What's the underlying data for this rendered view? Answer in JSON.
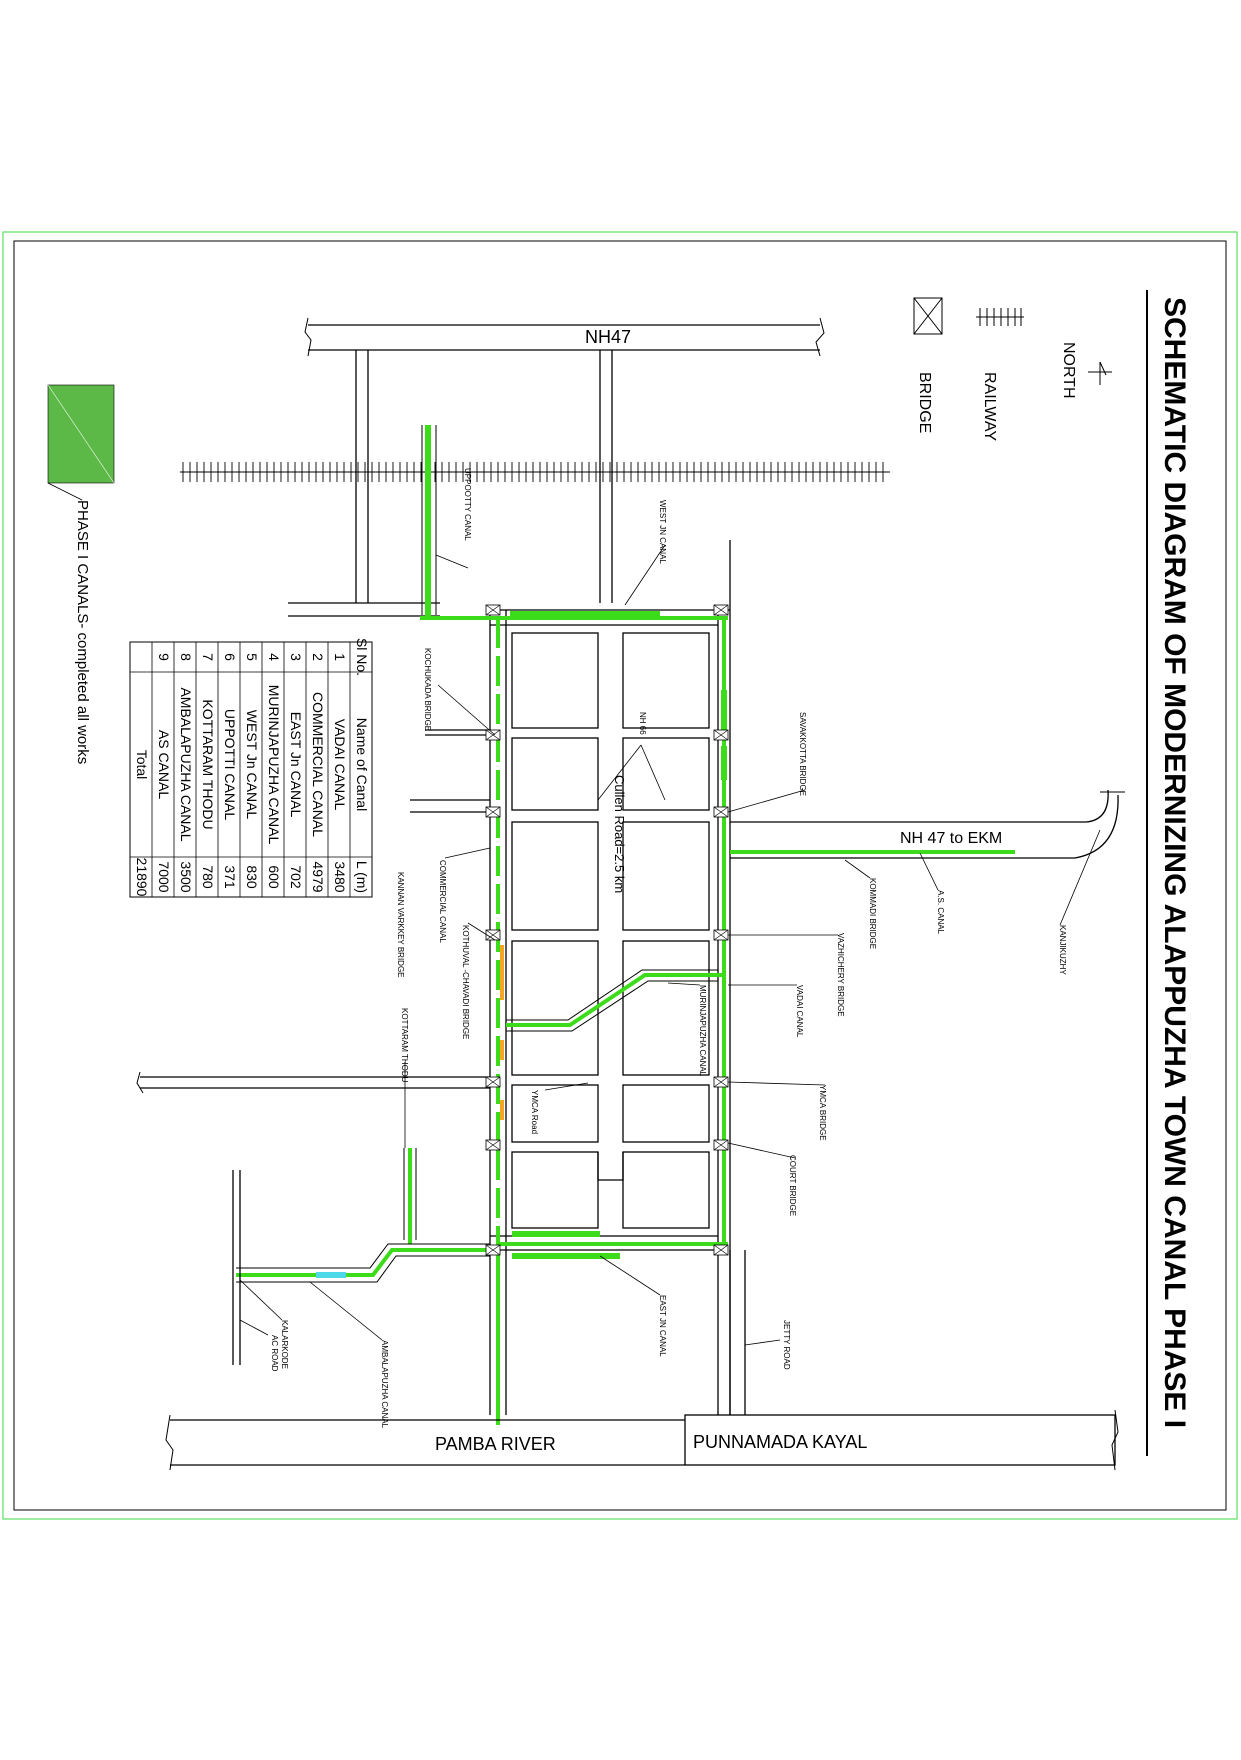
{
  "title": "SCHEMATIC DIAGRAM OF MODERNIZING ALAPPUZHA TOWN CANAL PHASE I",
  "legend": {
    "north": "NORTH",
    "railway": "RAILWAY",
    "bridge": "BRIDGE",
    "phase_label": "PHASE I CANALS- completed all works"
  },
  "colors": {
    "canal_green": "#3ddc1a",
    "legend_green": "#5cb947",
    "orange": "#f5a623",
    "cyan": "#4dd9e8",
    "border_green": "#5ee05e"
  },
  "roads": {
    "nh47": "NH47",
    "nh47_ekm": "NH 47 to EKM",
    "nh66": "NH 66",
    "cullen": "Cullen Road=2.5 km",
    "ymca_road": "YMCA Road",
    "pamba": "PAMBA RIVER",
    "punnamada": "PUNNAMADA KAYAL",
    "ac_road": "AC ROAD",
    "jetty_road": "JETTY ROAD"
  },
  "labels": {
    "uppootty": "UPPOOTTY CANAL",
    "west_jn": "WEST JN CANAL",
    "kochukada": "KOCHUKADA BRIDGE",
    "savakkotta": "SAVAKKOTTA BRIDGE",
    "kannan": "KANNAN VARKKEY BRIDGE",
    "commercial": "COMMERCIAL CANAL",
    "kothuval": "KOTHUVAL -CHAVADI BRIDGE",
    "murinjapuzha": "MURINJAPUZHA CANAL",
    "vadai": "VADAI CANAL",
    "vazhichery": "VAZHICHERY BRIDGE",
    "kommadi": "KOMMADI BRIDGE",
    "as_canal": "A.S. CANAL",
    "kanjikuzhy": "KANJIKUZHY",
    "kottaram": "KOTTARAM THODU",
    "ymca_bridge": "YMCA BRIDGE",
    "court": "COURT BRIDGE",
    "east_jn": "EAST JN CANAL",
    "kalarkode": "KALARKODE",
    "ambalapuzha": "AMBALAPUZHA CANAL"
  },
  "table": {
    "headers": [
      "Sl No.",
      "Name of Canal",
      "L (m)"
    ],
    "rows": [
      [
        "1",
        "VADAI CANAL",
        "3480"
      ],
      [
        "2",
        "COMMERCIAL CANAL",
        "4979"
      ],
      [
        "3",
        "EAST Jn CANAL",
        "702"
      ],
      [
        "4",
        "MURINJAPUZHA CANAL",
        "600"
      ],
      [
        "5",
        "WEST Jn CANAL",
        "830"
      ],
      [
        "6",
        "UPPOTTI CANAL",
        "371"
      ],
      [
        "7",
        "KOTTARAM THODU",
        "780"
      ],
      [
        "8",
        "AMBALAPUZHA CANAL",
        "3500"
      ],
      [
        "9",
        "AS CANAL",
        "7000"
      ]
    ],
    "total_label": "Total",
    "total_value": "21890"
  }
}
